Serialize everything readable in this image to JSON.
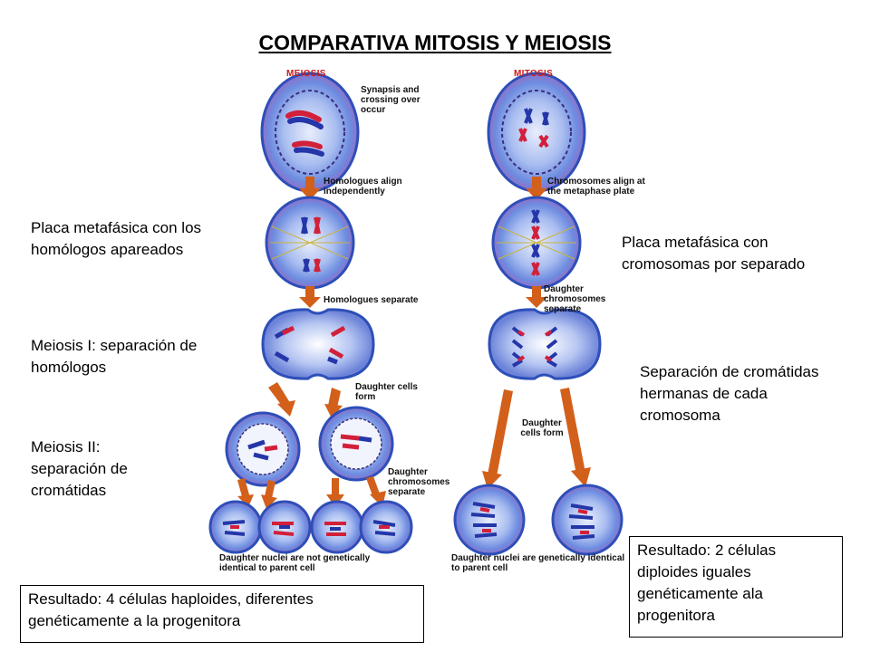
{
  "title": "COMPARATIVA MITOSIS Y MEIOSIS",
  "figure": {
    "meiosis_header": "MEIOSIS",
    "mitosis_header": "MITOSIS",
    "meiosis_notes": {
      "synapsis": "Synapsis and crossing over occur",
      "homologues_align": "Homologues align independently",
      "homologues_separate": "Homologues separate",
      "daughter_cells_form": "Daughter cells form",
      "daughter_chromosomes_separate": "Daughter chromosomes separate",
      "nuclei_not_identical": "Daughter nuclei are not genetically identical to parent cell"
    },
    "mitosis_notes": {
      "chromosomes_align": "Chromosomes align at the metaphase plate",
      "daughter_chromosomes_separate": "Daughter chromosomes separate",
      "daughter_cells_form": "Daughter cells form",
      "nuclei_identical": "Daughter nuclei are genetically identical to parent cell"
    }
  },
  "labels": {
    "placa_homologos": "Placa metafásica con los homólogos apareados",
    "meiosis_1": "Meiosis I: separación de homólogos",
    "meiosis_2": "Meiosis II: separación de cromátidas",
    "placa_cromosomas": "Placa metafásica con cromosomas por separado",
    "separacion_cromatidas": "Separación de cromátidas hermanas de cada cromosoma"
  },
  "results": {
    "meiosis": "Resultado: 4 células haploides, diferentes genéticamente a la progenitora",
    "mitosis": "Resultado: 2 células diploides iguales genéticamente ala progenitora"
  },
  "colors": {
    "cell_fill": "#7f9fe3",
    "cell_edge": "#2d4fb8",
    "nucleus_edge": "#3a2f7a",
    "arrow": "#d2601a",
    "chromosome_red": "#d2203a",
    "chromosome_blue": "#2436a8"
  }
}
